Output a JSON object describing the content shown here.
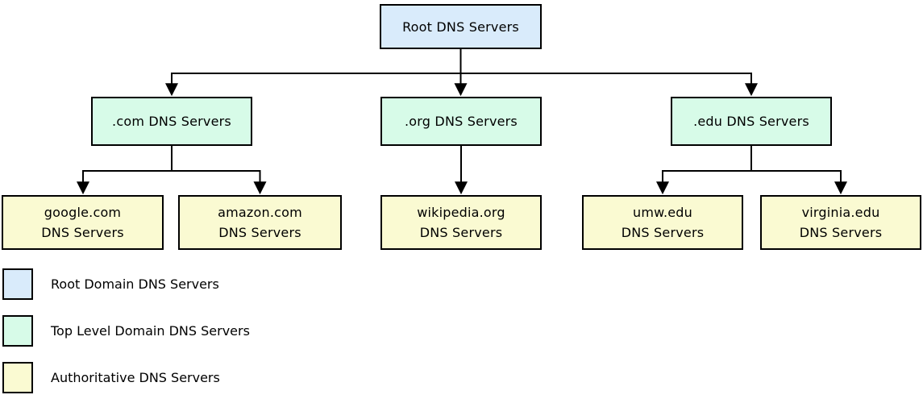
{
  "nodes": {
    "root": {
      "label": "Root DNS Servers"
    },
    "tld_com": {
      "label": ".com DNS Servers"
    },
    "tld_org": {
      "label": ".org DNS Servers"
    },
    "tld_edu": {
      "label": ".edu DNS Servers"
    },
    "auth_google": {
      "line1": "google.com",
      "line2": "DNS Servers"
    },
    "auth_amazon": {
      "line1": "amazon.com",
      "line2": "DNS Servers"
    },
    "auth_wikipedia": {
      "line1": "wikipedia.org",
      "line2": "DNS Servers"
    },
    "auth_umw": {
      "line1": "umw.edu",
      "line2": "DNS Servers"
    },
    "auth_virginia": {
      "line1": "virginia.edu",
      "line2": "DNS Servers"
    }
  },
  "legend": {
    "items": [
      {
        "label": "Root Domain DNS Servers",
        "color": "#d9ebfb"
      },
      {
        "label": "Top Level Domain DNS Servers",
        "color": "#d7fbe8"
      },
      {
        "label": "Authoritative DNS Servers",
        "color": "#fafad2"
      }
    ]
  },
  "colors": {
    "root_fill": "#d9ebfb",
    "tld_fill": "#d7fbe8",
    "authoritative_fill": "#fafad2",
    "border": "#000000",
    "connector": "#000000",
    "background": "#ffffff"
  }
}
